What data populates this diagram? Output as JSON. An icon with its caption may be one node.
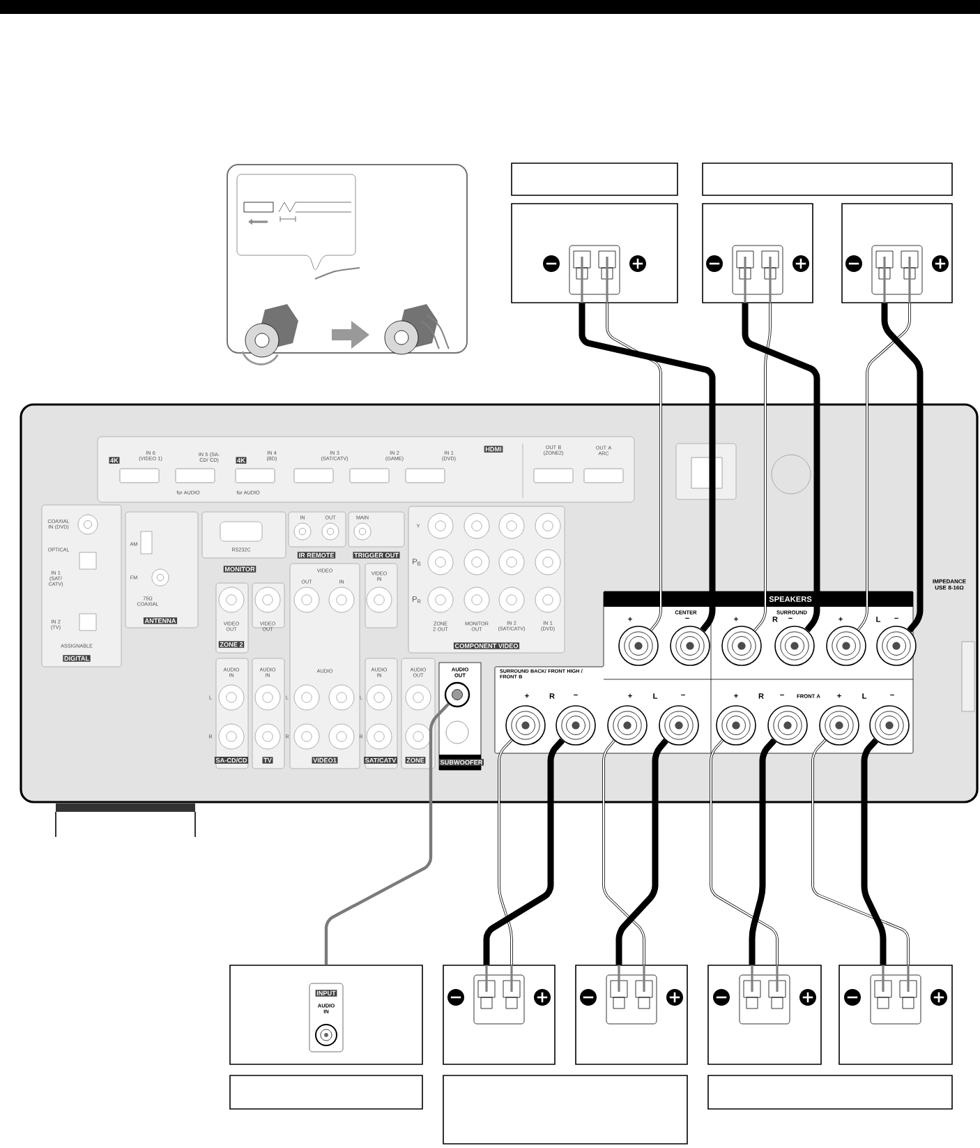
{
  "diagram": {
    "nodes": [
      {
        "text": [],
        "shape": "box"
      },
      {
        "text": [],
        "shape": "box"
      },
      {
        "text": [],
        "shape": "box"
      },
      {
        "text": [],
        "shape": "box"
      },
      {
        "text": [],
        "shape": "box"
      },
      {
        "text": [],
        "shape": "box"
      },
      {
        "text": [],
        "shape": "circle",
        "in": 5
      },
      {
        "text": [],
        "shape": "circle",
        "in": 5
      },
      {
        "text": [],
        "shape": "circle",
        "in": 5
      },
      {
        "text": [],
        "shape": "circle",
        "in": 5
      },
      {
        "text": [],
        "shape": "circle",
        "in": 5
      },
      {
        "text": [],
        "shape": "circle",
        "in": 5
      },
      {
        "text": [],
        "shape": "circle",
        "in": 5
      },
      {
        "text": [],
        "shape": "circle",
        "in": 5
      },
      {
        "text": [],
        "shape": "circle",
        "in": 5
      },
      {
        "text": [],
        "shape": "circle",
        "in": 5
      },
      {
        "text": [],
        "shape": "circle",
        "in": 5
      },
      {
        "text": [],
        "shape": "circle",
        "in": 5
      },
      {
        "text": [],
        "shape": "circle",
        "in": 5
      },
      {
        "text": [],
        "shape": "circle",
        "in": 5
      },
      {
        "text": [],
        "shape": "circle",
        "in": 5
      },
      {
        "text": [],
        "shape": "box"
      },
      {
        "text": [],
        "shape": "box"
      },
      {
        "text": [],
        "shape": "box"
      },
      {
        "text": [],
        "shape": "box"
      },
      {
        "text": [],
        "shape": "box"
      },
      {
        "text": [],
        "shape": "box"
      },
      {
        "text": [],
        "shape": "box"
      },
      {
        "text": [],
        "shape": "box"
      }
    ],
    "edges": [
      {
        "from": 2,
        "to": 6,
        "arrow": "none"
      },
      {
        "from": 2,
        "to": 7,
        "arrow": "none",
        "style": "thick"
      },
      {
        "from": 3,
        "to": 8,
        "arrow": "none"
      },
      {
        "from": 3,
        "to": 9,
        "arrow": "none",
        "style": "thick"
      },
      {
        "from": 4,
        "to": 10,
        "arrow": "none"
      },
      {
        "from": 4,
        "to": 11,
        "arrow": "none",
        "style": "thick"
      },
      {
        "from": 20,
        "to": 21,
        "arrow": "none",
        "color": "#7a7a7a"
      },
      {
        "from": 22,
        "to": 12,
        "arrow": "none"
      },
      {
        "from": 22,
        "to": 13,
        "arrow": "none",
        "style": "thick"
      },
      {
        "from": 23,
        "to": 14,
        "arrow": "none"
      },
      {
        "from": 23,
        "to": 15,
        "arrow": "none",
        "style": "thick"
      },
      {
        "from": 24,
        "to": 16,
        "arrow": "none"
      },
      {
        "from": 24,
        "to": 17,
        "arrow": "none",
        "style": "thick"
      },
      {
        "from": 25,
        "to": 18,
        "arrow": "none"
      },
      {
        "from": 25,
        "to": 19,
        "arrow": "none",
        "style": "thick"
      }
    ],
    "labels": [
      "4K",
      "IN 6 (VIDEO 1)",
      "IN 5 (SA-CD/ CD)",
      "4K",
      "IN 4 (BD)",
      "IN 3 (SAT/CATV)",
      "IN 2 (GAME)",
      "IN 1 (DVD)",
      "HDMI",
      "OUT B (ZONE2)",
      "OUT A ARC",
      "for AUDIO",
      "for AUDIO",
      "COAXIAL IN (DVD)",
      "OPTICAL",
      "IN 1 (SAT/ CATV)",
      "IN 2 (TV)",
      "ASSIGNABLE",
      "DIGITAL",
      "AM",
      "FM",
      "75Ω COAXIAL",
      "ANTENNA",
      "RS232C",
      "MONITOR",
      "IN",
      "OUT",
      "MAIN",
      "IR REMOTE",
      "TRIGGER OUT",
      "VIDEO",
      "OUT",
      "IN",
      "VIDEO IN",
      "Y",
      "P$_{B}$",
      "P$_{R}$",
      "VIDEO OUT",
      "VIDEO OUT",
      "ZONE 2 OUT",
      "MONITOR OUT",
      "IN 2 (SAT/CATV)",
      "IN 1 (DVD)",
      "ZONE 2",
      "COMPONENT VIDEO",
      "AUDIO IN",
      "AUDIO IN",
      "AUDIO",
      "AUDIO IN",
      "AUDIO OUT",
      "AUDIO OUT",
      "L",
      "R",
      "L",
      "R",
      "L",
      "R",
      "SA-CD/CD",
      "TV",
      "VIDEO1",
      "SAT/CATV",
      "ZONE",
      "SUBWOOFER",
      "IMPEDANCE USE 8-16Ω",
      "SPEAKERS",
      "CENTER",
      "SURROUND",
      "+",
      "−",
      "+",
      "R",
      "−",
      "+",
      "L",
      "−",
      "SURROUND BACK/ FRONT HIGH / FRONT B",
      "+",
      "R",
      "−",
      "+",
      "L",
      "−",
      "+",
      "R",
      "−",
      "FRONT A",
      "+",
      "L",
      "−",
      "INPUT",
      "AUDIO IN"
    ]
  }
}
